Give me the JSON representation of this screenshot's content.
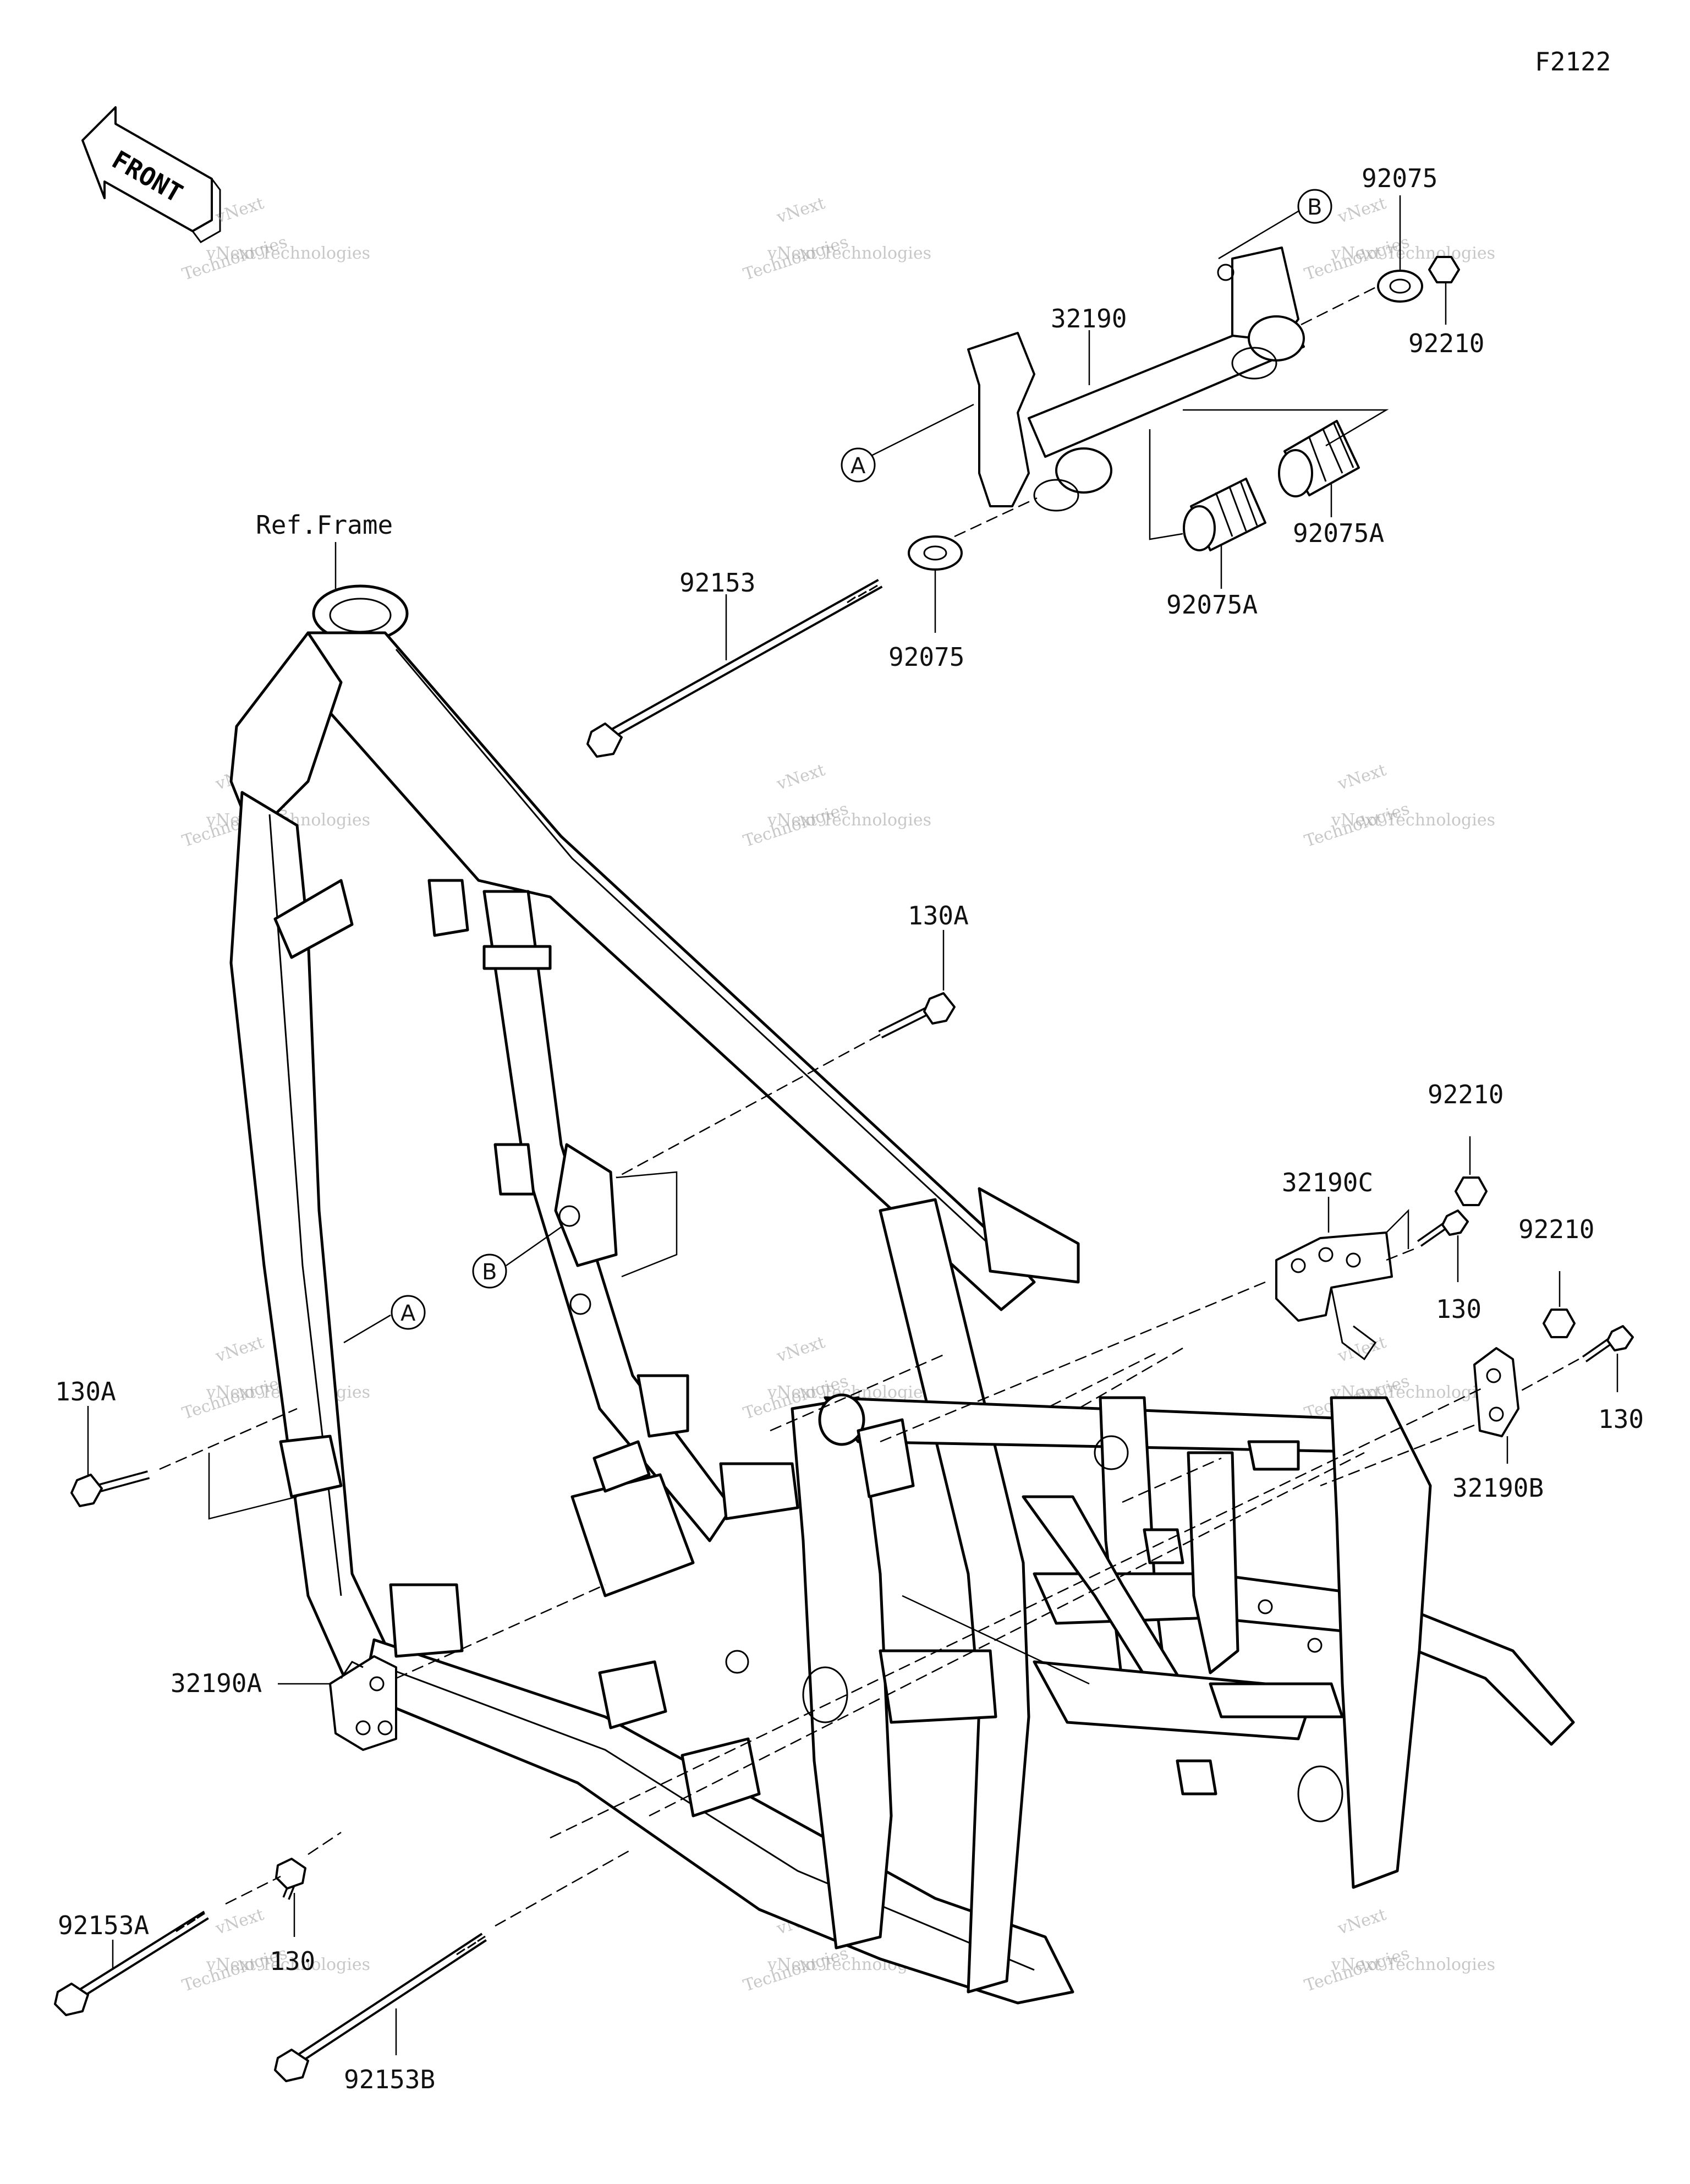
{
  "diagram_id": "F2122",
  "front_label": "FRONT",
  "callouts": {
    "a": "A",
    "b": "B"
  },
  "watermark": {
    "line1": "vNext",
    "line2": "vNext Technologies",
    "line3": "Technologies"
  },
  "parts": {
    "ref_frame": "Ref.Frame",
    "p32190": "32190",
    "p32190a": "32190A",
    "p32190b": "32190B",
    "p32190c": "32190C",
    "p92075_top": "92075",
    "p92075_bottom": "92075",
    "p92075a_right": "92075A",
    "p92075a_center": "92075A",
    "p92210_top": "92210",
    "p92210_mid": "92210",
    "p92210_right": "92210",
    "p92153": "92153",
    "p92153a": "92153A",
    "p92153b": "92153B",
    "p130a_top": "130A",
    "p130a_left": "130A",
    "p130_mid": "130",
    "p130_right": "130",
    "p130_bottom": "130"
  }
}
